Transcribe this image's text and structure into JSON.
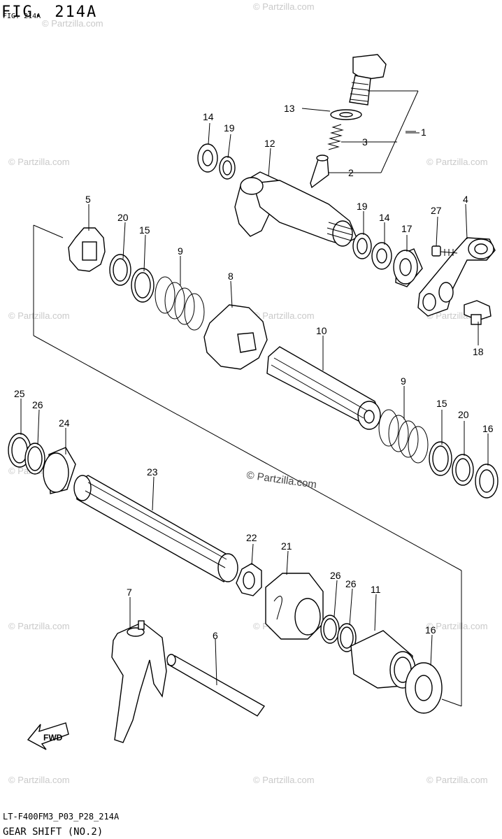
{
  "header": {
    "fig_title": "FIG. 214A",
    "fig_subtitle": "FIG. 214A"
  },
  "watermark": {
    "text": "© Partzilla.com",
    "center_text": "© Partzilla.com"
  },
  "callouts": [
    "1",
    "2",
    "3",
    "4",
    "5",
    "6",
    "7",
    "8",
    "9",
    "9",
    "10",
    "11",
    "12",
    "13",
    "14",
    "14",
    "15",
    "15",
    "16",
    "16",
    "17",
    "18",
    "19",
    "19",
    "20",
    "20",
    "21",
    "22",
    "23",
    "24",
    "25",
    "26",
    "26",
    "26",
    "27"
  ],
  "fwd_label": "FWD",
  "footer": {
    "code": "LT-F400FM3_P03_P28_214A",
    "caption": "GEAR SHIFT (NO.2)"
  }
}
